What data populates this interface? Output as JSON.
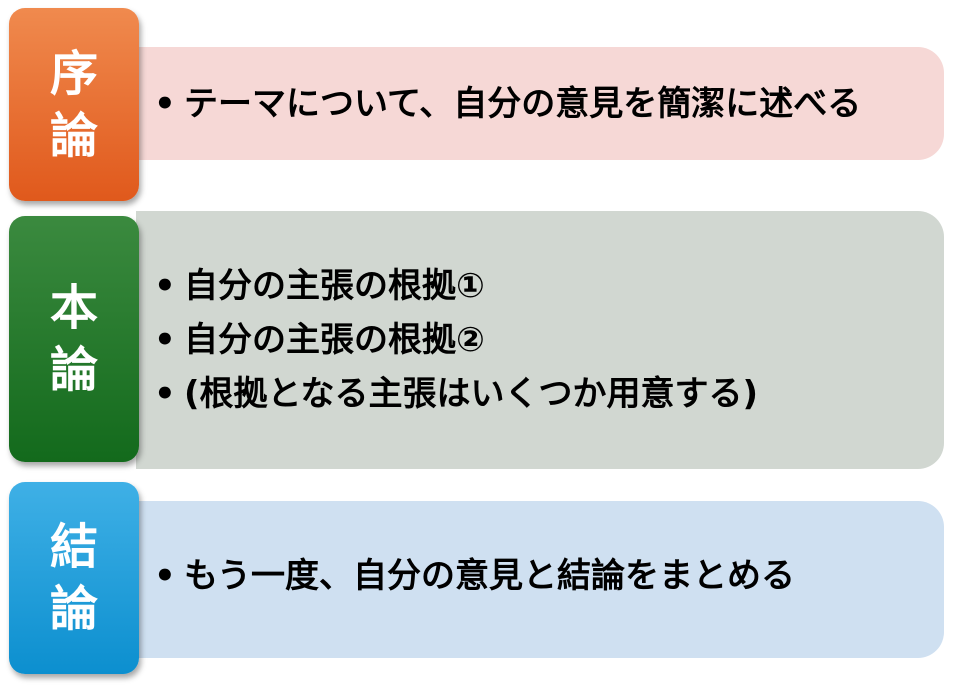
{
  "sections": [
    {
      "label_chars": [
        "序",
        "論"
      ],
      "color_top": "#f08a4e",
      "color_bottom": "#e0591c",
      "panel_bg": "#f6d8d6",
      "items": [
        "テーマについて、自分の意見を簡潔に述べる"
      ]
    },
    {
      "label_chars": [
        "本",
        "論"
      ],
      "color_top": "#3b8a3f",
      "color_bottom": "#136a1c",
      "panel_bg": "#d1d7d1",
      "items": [
        "自分の主張の根拠①",
        "自分の主張の根拠②",
        "(根拠となる主張はいくつか用意する)"
      ]
    },
    {
      "label_chars": [
        "結",
        "論"
      ],
      "color_top": "#3fb0e6",
      "color_bottom": "#0c8fcf",
      "panel_bg": "#cfe0f1",
      "items": [
        "もう一度、自分の意見と結論をまとめる"
      ]
    }
  ]
}
